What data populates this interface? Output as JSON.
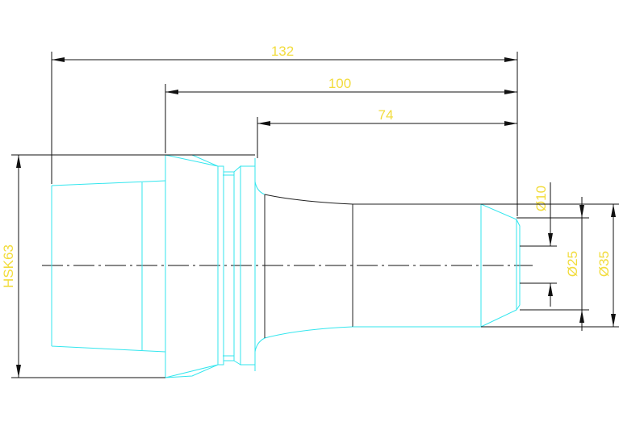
{
  "dimensions": {
    "overall_length": "132",
    "length_from_flange": "100",
    "length_from_shoulder": "74",
    "shank_label": "HSK63",
    "bore_diameter": "Ø10",
    "neck_diameter": "Ø25",
    "nose_diameter": "Ø35"
  },
  "colors": {
    "outline": "#33e6ee",
    "dimension_text": "#f2dc3c",
    "dimension_lines": "#111111",
    "background": "#ffffff"
  }
}
